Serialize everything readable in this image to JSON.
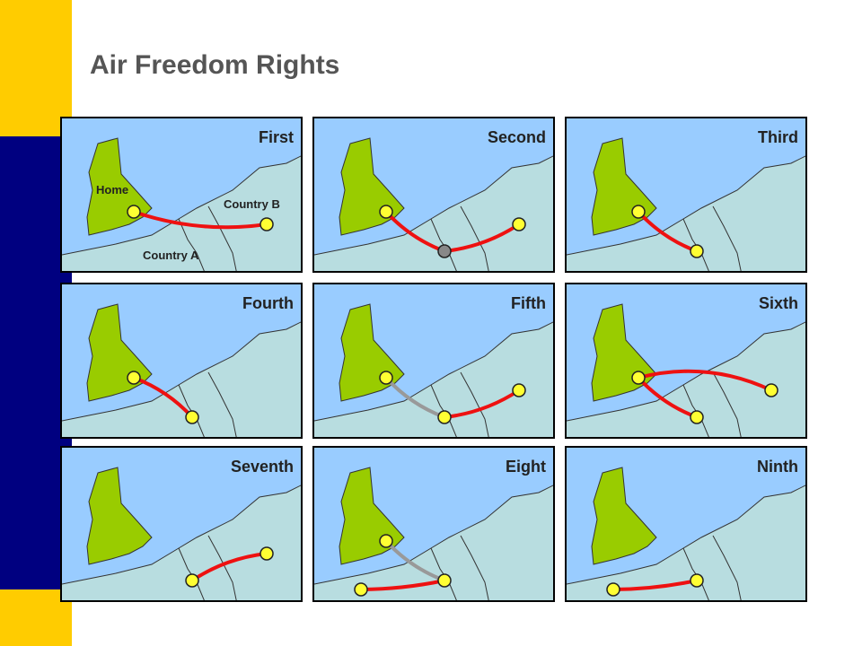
{
  "title": "Air Freedom Rights",
  "colors": {
    "sea": "#99ccff",
    "land": "#b8dde0",
    "home": "#99cc00",
    "airport": "#ffff33",
    "intermediate_airport": "#888888",
    "route": "#ee1111",
    "aux_route": "#999999"
  },
  "panels": [
    {
      "label": "First",
      "routes": [
        [
          "H",
          "B"
        ]
      ],
      "aux": [],
      "mid": true
    },
    {
      "label": "Second",
      "routes": [
        [
          "H",
          "A"
        ],
        [
          "A",
          "B"
        ]
      ],
      "aux": [],
      "mid": true,
      "grey_mid": true
    },
    {
      "label": "Third",
      "routes": [
        [
          "H",
          "A"
        ]
      ],
      "aux": [],
      "mid": false
    },
    {
      "label": "Fourth",
      "routes": [
        [
          "A",
          "H"
        ]
      ],
      "aux": [],
      "mid": false
    },
    {
      "label": "Fifth",
      "routes": [
        [
          "A",
          "B"
        ]
      ],
      "aux": [
        [
          "H",
          "A"
        ]
      ],
      "mid": false
    },
    {
      "label": "Sixth",
      "routes": [
        [
          "B",
          "H"
        ],
        [
          "H",
          "A"
        ]
      ],
      "aux": [],
      "mid": false
    },
    {
      "label": "Seventh",
      "routes": [
        [
          "B",
          "A"
        ]
      ],
      "aux": [],
      "mid": false
    },
    {
      "label": "Eight",
      "routes": [
        [
          "A",
          "A2"
        ]
      ],
      "aux": [
        [
          "H",
          "A"
        ]
      ],
      "mid": false
    },
    {
      "label": "Ninth",
      "routes": [
        [
          "A",
          "A2"
        ]
      ],
      "aux": [],
      "mid": false
    }
  ],
  "labels": {
    "home": "Home",
    "country_a": "Country A",
    "country_b": "Country B"
  }
}
